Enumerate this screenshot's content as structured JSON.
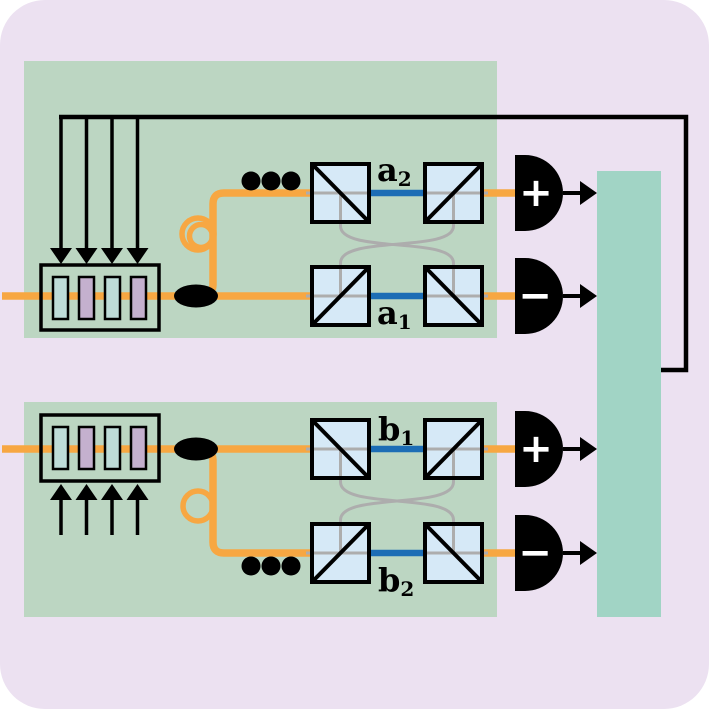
{
  "colors": {
    "backdrop": "#ECE1F1",
    "panel_green": "#BCD6C2",
    "processor_teal": "#A1D4C5",
    "fiber_orange": "#F7A742",
    "mode_blue": "#1C6DB5",
    "bs_fill": "#D6E9F7",
    "bar_teal": "#BEDCD8",
    "bar_purple": "#C4B0CE",
    "swap_gray": "#ADADAD",
    "line_black": "#000000",
    "detector_black": "#000000",
    "sign_white": "#FFFFFF"
  },
  "top_panel": {
    "mode_labels": [
      {
        "base": "a",
        "sub": "2"
      },
      {
        "base": "a",
        "sub": "1"
      }
    ],
    "detector_signs": [
      "+",
      "−"
    ]
  },
  "bottom_panel": {
    "mode_labels": [
      {
        "base": "b",
        "sub": "1"
      },
      {
        "base": "b",
        "sub": "2"
      }
    ],
    "detector_signs": [
      "+",
      "−"
    ]
  }
}
